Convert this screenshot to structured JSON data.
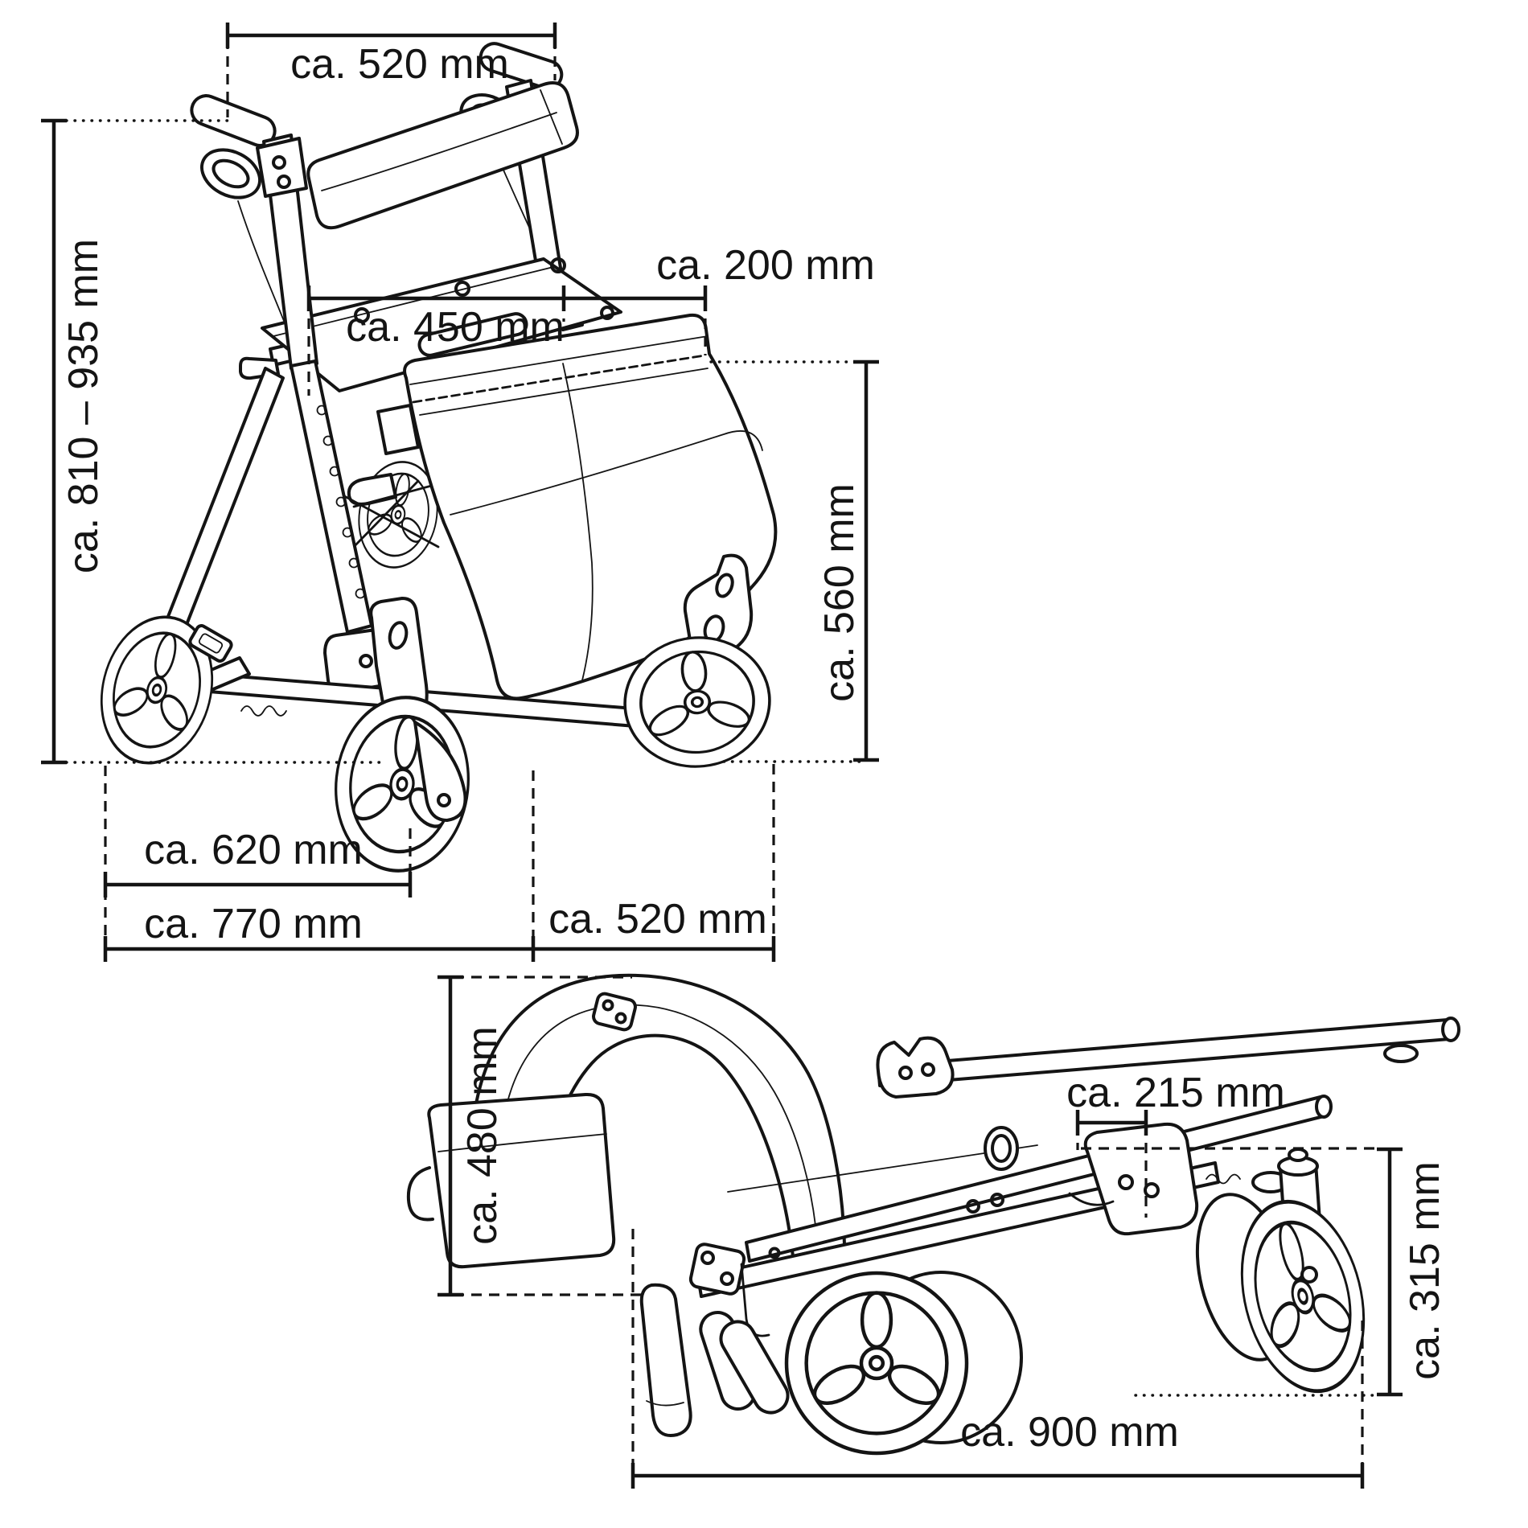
{
  "page": {
    "background": "#ffffff",
    "ink": "#141414",
    "unit": "mm"
  },
  "views": {
    "unfolded": {
      "label": "rollator-unfolded",
      "dims": {
        "top_width": "ca. 520 mm",
        "height_range": "ca. 810 – 935 mm",
        "seat_width": "ca. 450 mm",
        "rear_depth": "ca. 200 mm",
        "bag_height": "ca. 560 mm",
        "base_length_inner": "ca. 620 mm",
        "base_length": "ca. 770 mm",
        "base_width": "ca. 520 mm"
      }
    },
    "folded": {
      "label": "rollator-folded",
      "dims": {
        "folded_height": "ca. 480 mm",
        "handle_overlap": "ca. 215 mm",
        "folded_depth": "ca. 315 mm",
        "folded_length": "ca. 900 mm"
      }
    }
  }
}
